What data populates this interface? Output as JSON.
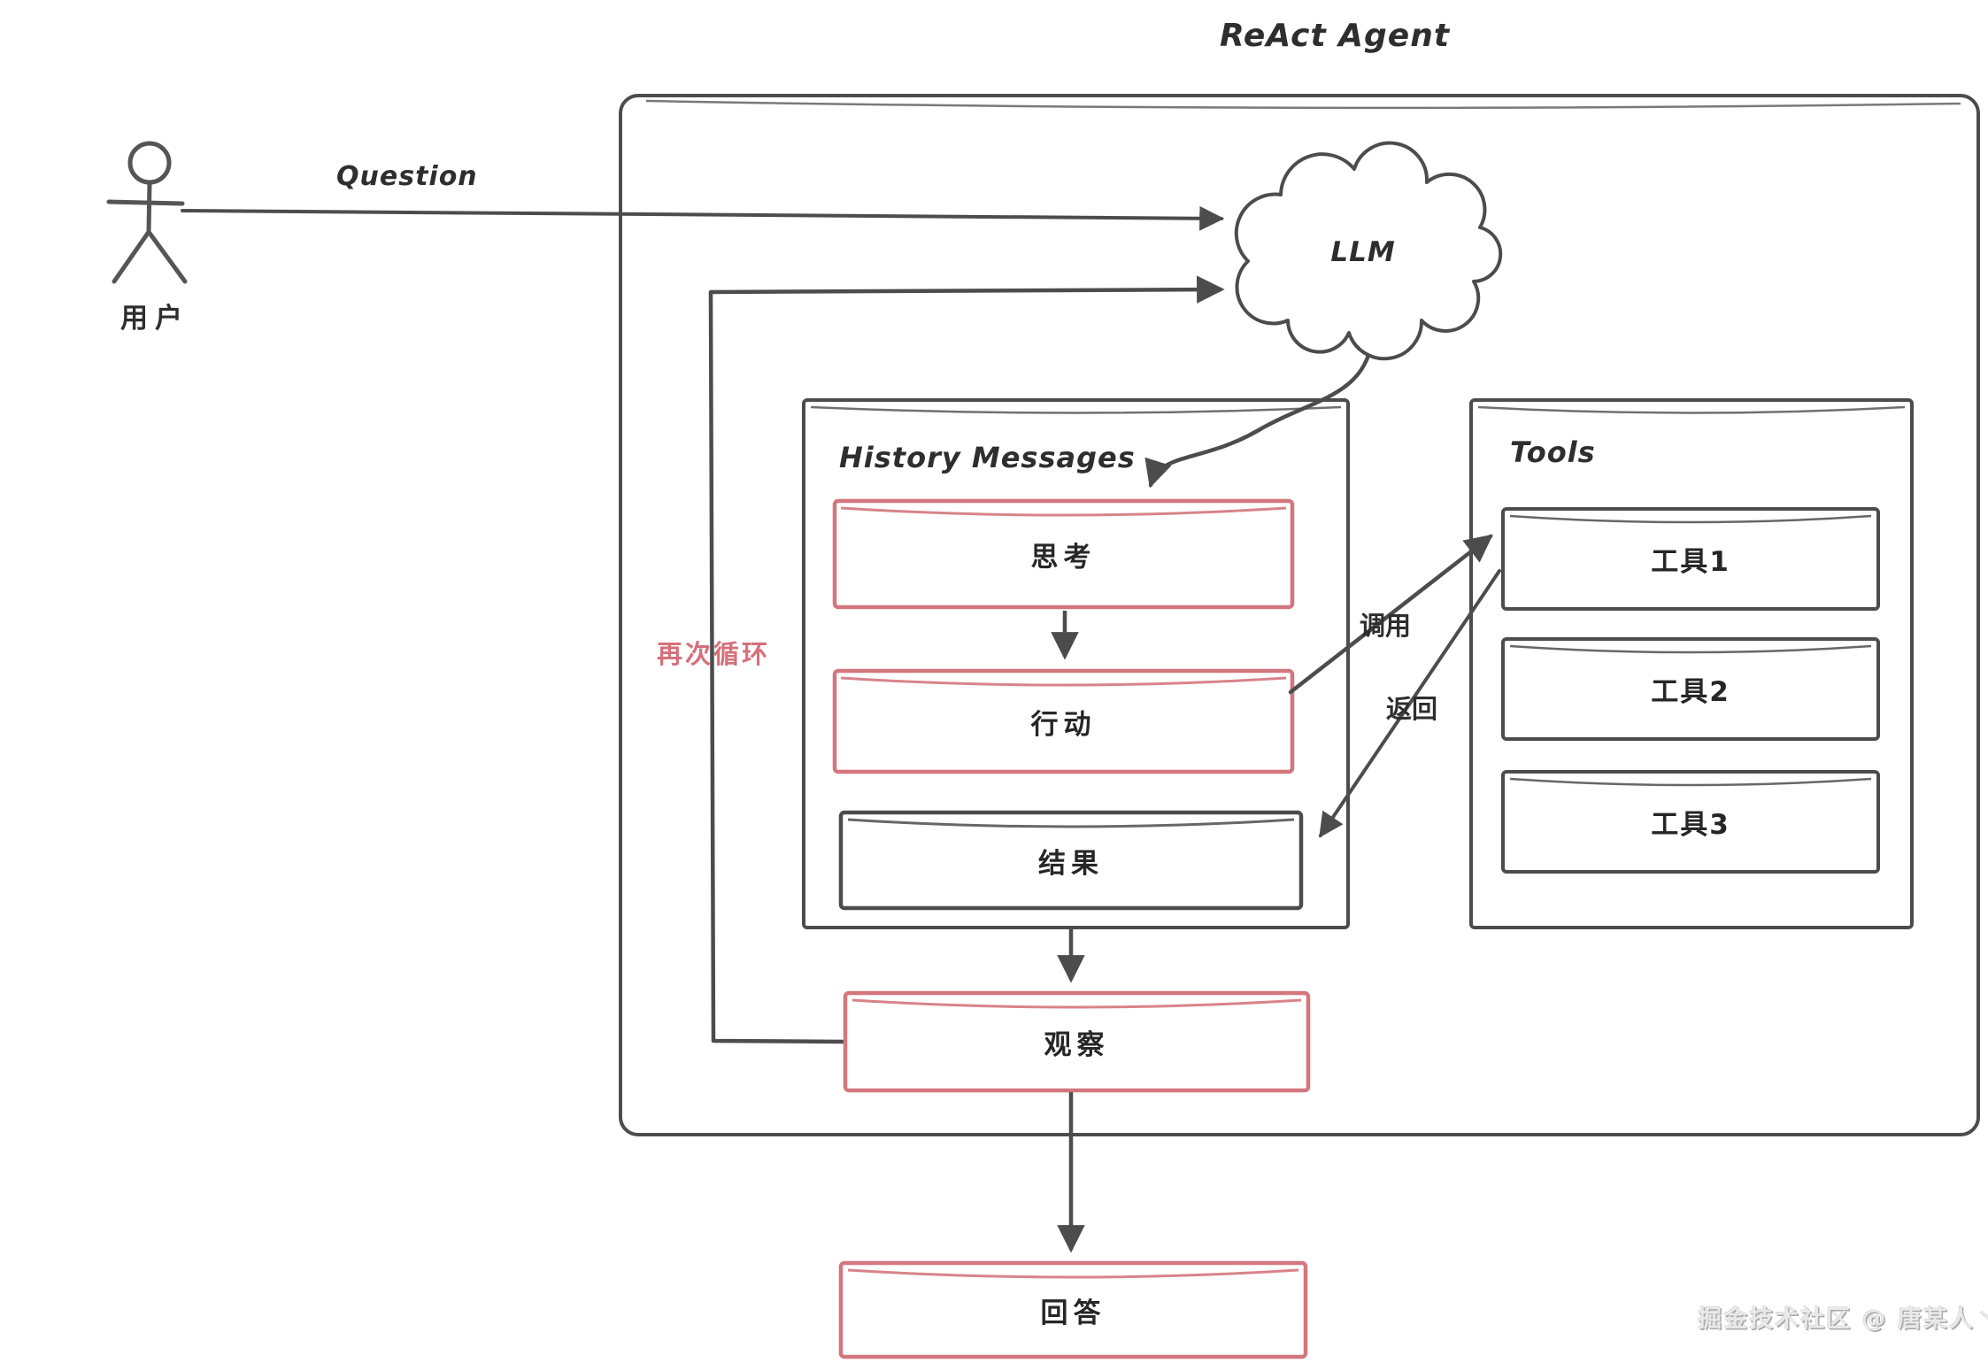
{
  "diagram": {
    "title": "ReAct Agent",
    "actor": {
      "label": "用户"
    },
    "question_label": "Question",
    "llm": {
      "label": "LLM"
    },
    "history": {
      "title": "History Messages",
      "boxes": [
        {
          "label": "思考"
        },
        {
          "label": "行动"
        },
        {
          "label": "结果"
        }
      ]
    },
    "tools": {
      "title": "Tools",
      "items": [
        {
          "label": "工具1"
        },
        {
          "label": "工具2"
        },
        {
          "label": "工具3"
        }
      ]
    },
    "edges": {
      "call_label": "调用",
      "return_label": "返回",
      "loop_label": "再次循环"
    },
    "observe_label": "观察",
    "answer_label": "回答",
    "watermark": "掘金技术社区 @ 唐某人丶",
    "colors": {
      "stroke_dark": "#4c4c4c",
      "accent_pink": "#d4767d",
      "loop_pink": "#d5707a",
      "text": "#2e2e2e",
      "watermark_gray": "#c9c9c9"
    }
  }
}
